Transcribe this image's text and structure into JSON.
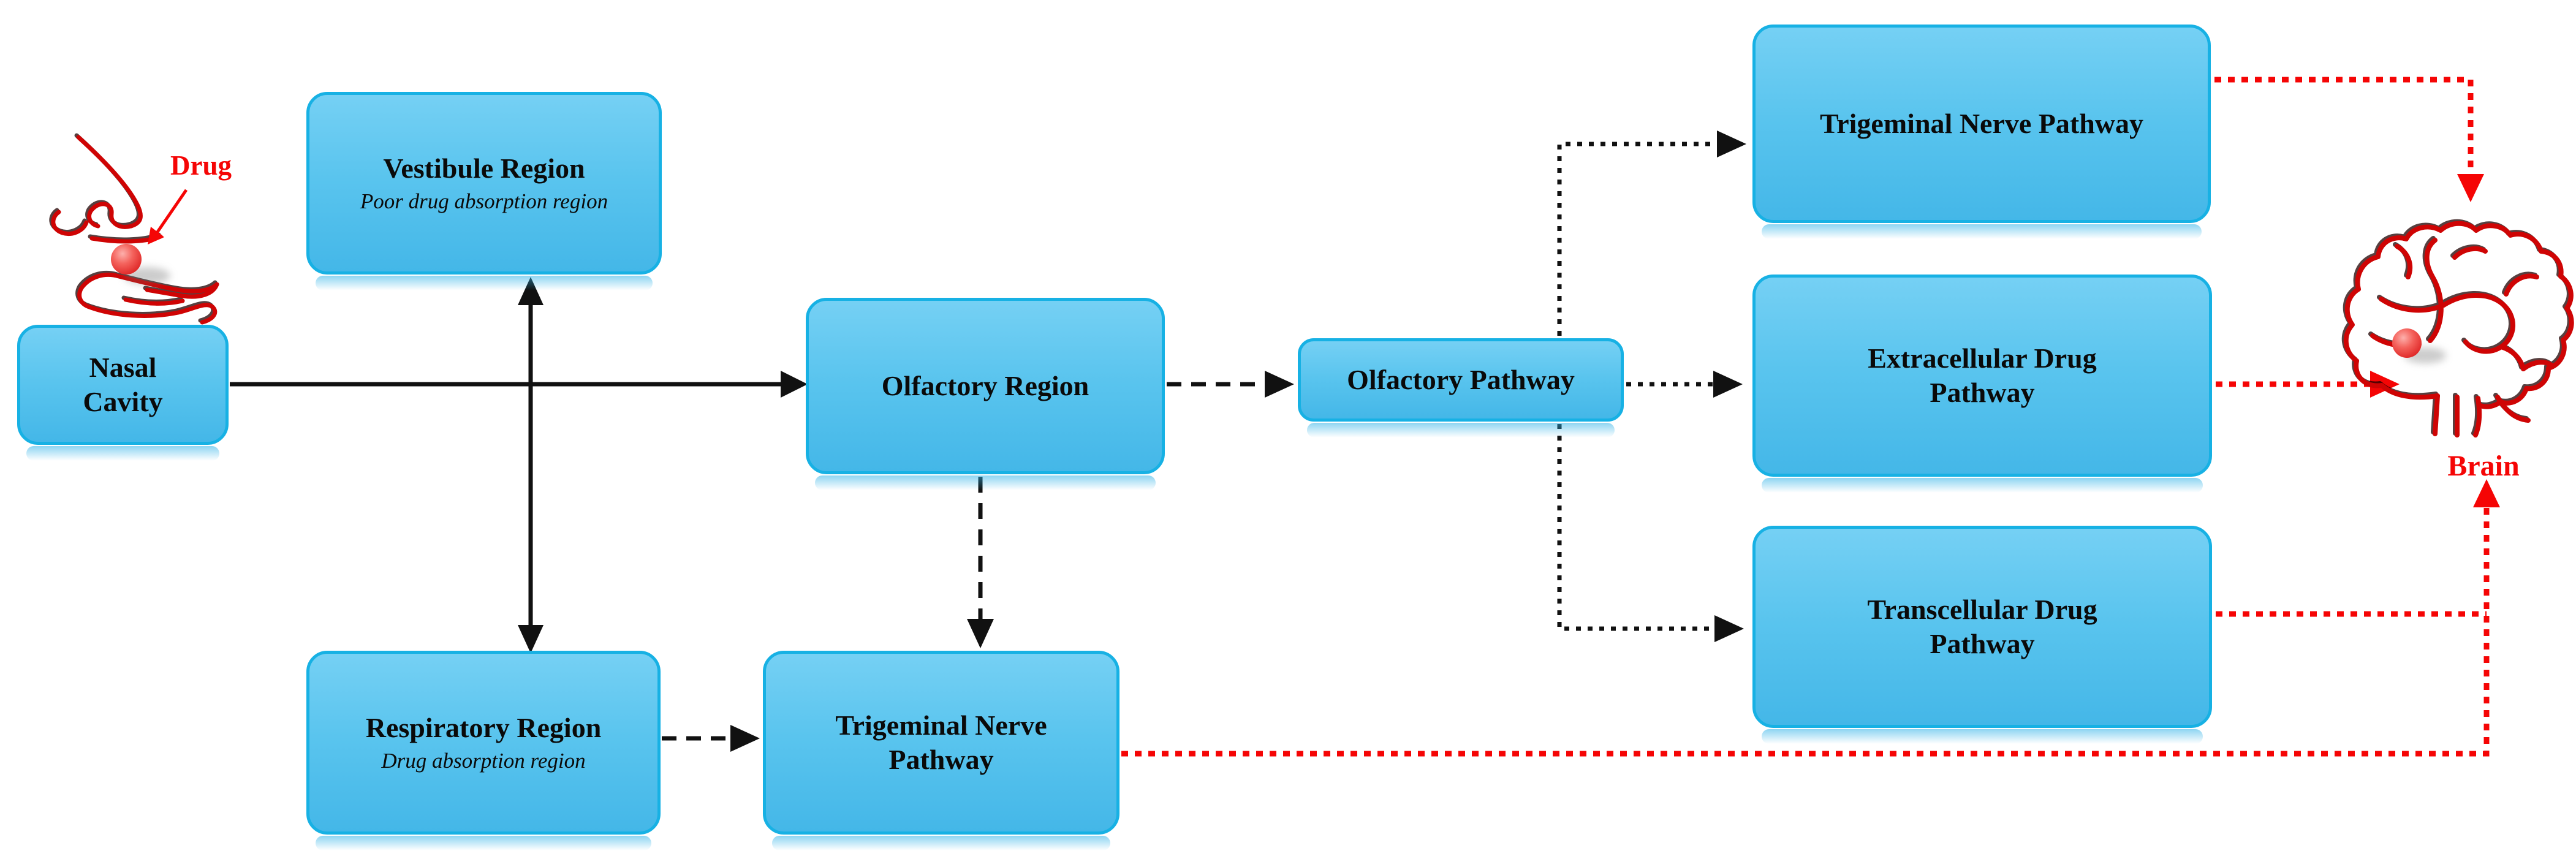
{
  "diagram": {
    "nodes": {
      "nasal_cavity": {
        "label": "Nasal Cavity"
      },
      "vestibule": {
        "label": "Vestibule Region",
        "subtitle": "Poor drug absorption region"
      },
      "respiratory": {
        "label": "Respiratory Region",
        "subtitle": "Drug absorption region"
      },
      "olfactory_region": {
        "label": "Olfactory Region"
      },
      "olfactory_pathway": {
        "label": "Olfactory Pathway"
      },
      "trigeminal_top": {
        "label": "Trigeminal Nerve Pathway"
      },
      "extracellular": {
        "label": "Extracellular Drug Pathway"
      },
      "transcellular": {
        "label": "Transcellular Drug Pathway"
      },
      "trigeminal_bottom": {
        "label": "Trigeminal Nerve Pathway"
      }
    },
    "labels": {
      "drug": "Drug",
      "brain": "Brain"
    },
    "colors": {
      "node_fill_top": "#75d0f4",
      "node_fill_mid": "#59c4ee",
      "node_fill_bottom": "#44b7e8",
      "node_border": "#17b1e4",
      "arrow_black": "#111111",
      "arrow_red": "#f50505",
      "icon_red": "#cf0404",
      "text": "#0a0a0a"
    }
  }
}
